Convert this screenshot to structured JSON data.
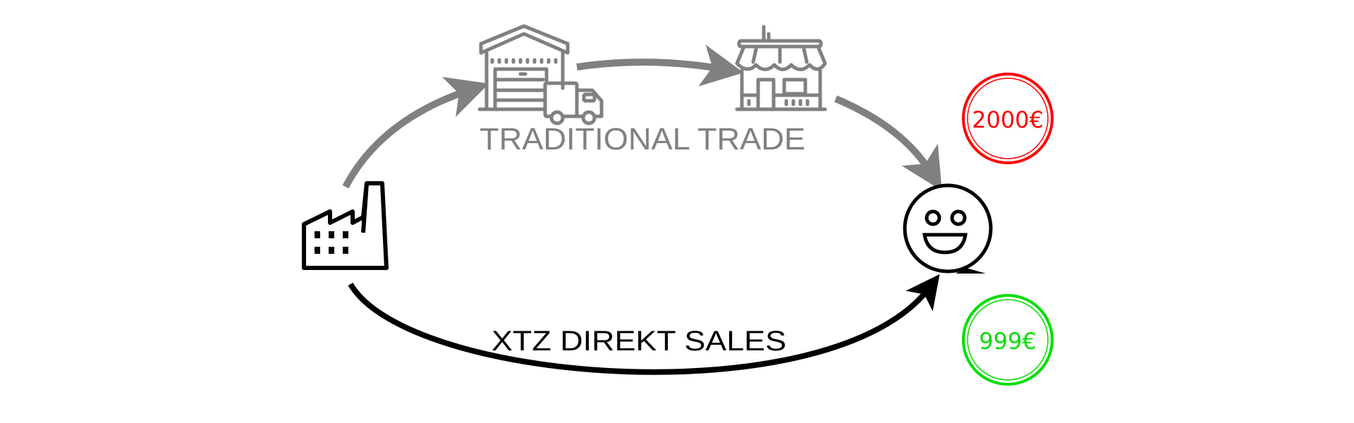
{
  "labels": {
    "traditional_trade": "TRADITIONAL TRADE",
    "direct_sales": "XTZ DIREKT SALES"
  },
  "prices": {
    "traditional": "2000€",
    "direct": "999€"
  },
  "nodes": [
    "factory-icon",
    "warehouse-truck-icon",
    "shop-icon",
    "smiley-customer-icon"
  ],
  "colors": {
    "traditional": "#808080",
    "direct": "#000000",
    "price_high": "#ff0000",
    "price_low": "#00dd00"
  }
}
